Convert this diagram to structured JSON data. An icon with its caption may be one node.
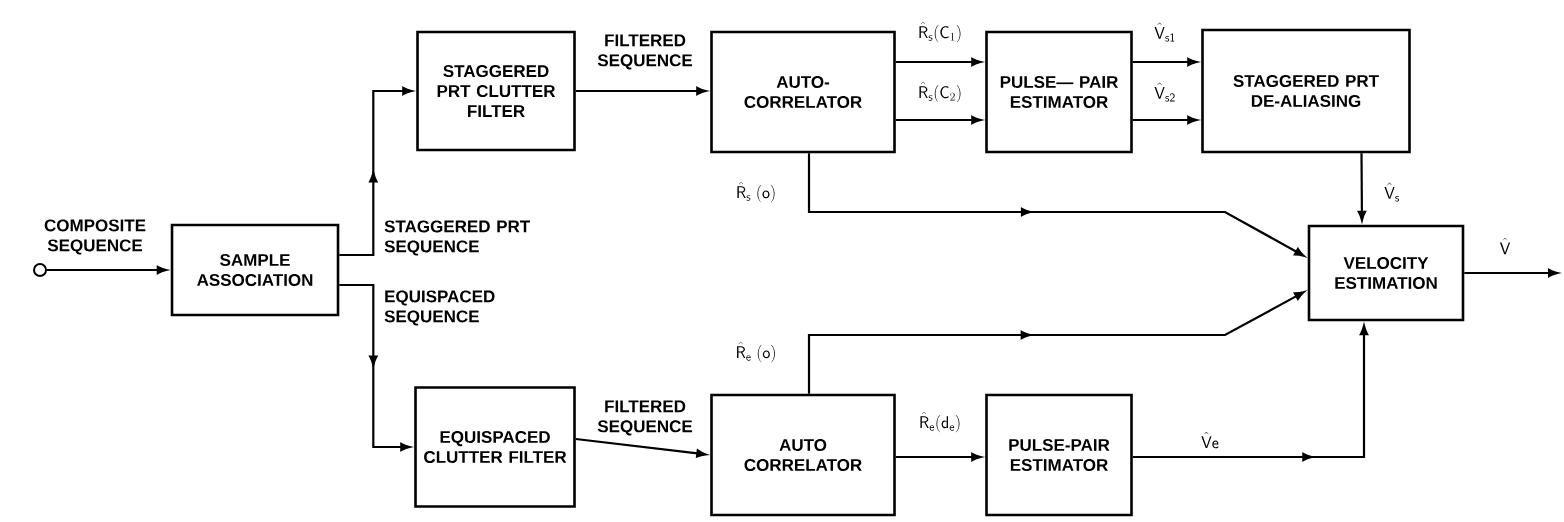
{
  "diagram": {
    "nodes": [
      {
        "text": [],
        "shape": "circle"
      },
      {
        "text": [
          "SAMPLE ASSOCIATION"
        ]
      },
      {
        "text": [
          "STAGGERED PRT CLUTTER FILTER"
        ]
      },
      {
        "text": [
          "AUTO- CORRELATOR"
        ]
      },
      {
        "text": [
          "PULSE— PAIR ESTIMATOR"
        ]
      },
      {
        "text": [
          "STAGGERED PRT DE-ALIASING"
        ]
      },
      {
        "text": [
          "VELOCITY ESTIMATION"
        ]
      },
      {
        "text": [
          "EQUISPACED CLUTTER FILTER"
        ]
      },
      {
        "text": [
          "AUTO CORRELATOR"
        ]
      },
      {
        "text": [
          "PULSE-PAIR ESTIMATOR"
        ]
      }
    ],
    "edges": [
      {
        "from": 0,
        "to": 1,
        "arrow": "to",
        "label": "COMPOSITE SEQUENCE"
      },
      {
        "from": 1,
        "to": 2,
        "arrow": "to",
        "label": "STAGGERED PRT SEQUENCE"
      },
      {
        "from": 1,
        "to": 7,
        "arrow": "to",
        "label": "EQUISPACED SEQUENCE"
      },
      {
        "from": 2,
        "to": 3,
        "arrow": "to",
        "label": "FILTERED SEQUENCE"
      },
      {
        "from": 3,
        "to": 4,
        "arrow": "to",
        "label": "\\hat{\\mathsf{R}}_{\\mathsf{s}}(\\mathsf{C}_{1})"
      },
      {
        "from": 3,
        "to": 4,
        "arrow": "to",
        "label": "\\hat{\\mathsf{R}}_{\\mathsf{s}}(\\mathsf{C}_{2})"
      },
      {
        "from": 3,
        "to": 6,
        "arrow": "to",
        "label": "\\hat{\\mathsf{R}}_{\\mathsf{s}}\\ (\\mathsf{o})"
      },
      {
        "from": 4,
        "to": 5,
        "arrow": "to",
        "label": "\\hat{\\mathsf{V}}_{\\mathsf{s1}}"
      },
      {
        "from": 4,
        "to": 5,
        "arrow": "to",
        "label": "\\hat{\\mathsf{V}}_{\\mathsf{s2}}"
      },
      {
        "from": 5,
        "to": 6,
        "arrow": "to",
        "label": "\\hat{\\mathsf{V}}_{\\mathsf{s}}"
      },
      {
        "from": 6,
        "to": null,
        "arrow": "to",
        "label": "\\hat{\\mathsf{V}}"
      },
      {
        "from": 7,
        "to": 8,
        "arrow": "to",
        "label": "FILTERED SEQUENCE"
      },
      {
        "from": 8,
        "to": 6,
        "arrow": "to",
        "label": "\\hat{\\mathsf{R}}_{\\mathsf{e}}\\ (\\mathsf{o})"
      },
      {
        "from": 8,
        "to": 9,
        "arrow": "to",
        "label": "\\hat{\\mathsf{R}}_{\\mathsf{e}}(\\mathsf{d}_{\\mathsf{e}})"
      },
      {
        "from": 9,
        "to": 6,
        "arrow": "to",
        "label": "\\hat{\\mathsf{V}}\\mathsf{e}"
      }
    ]
  }
}
